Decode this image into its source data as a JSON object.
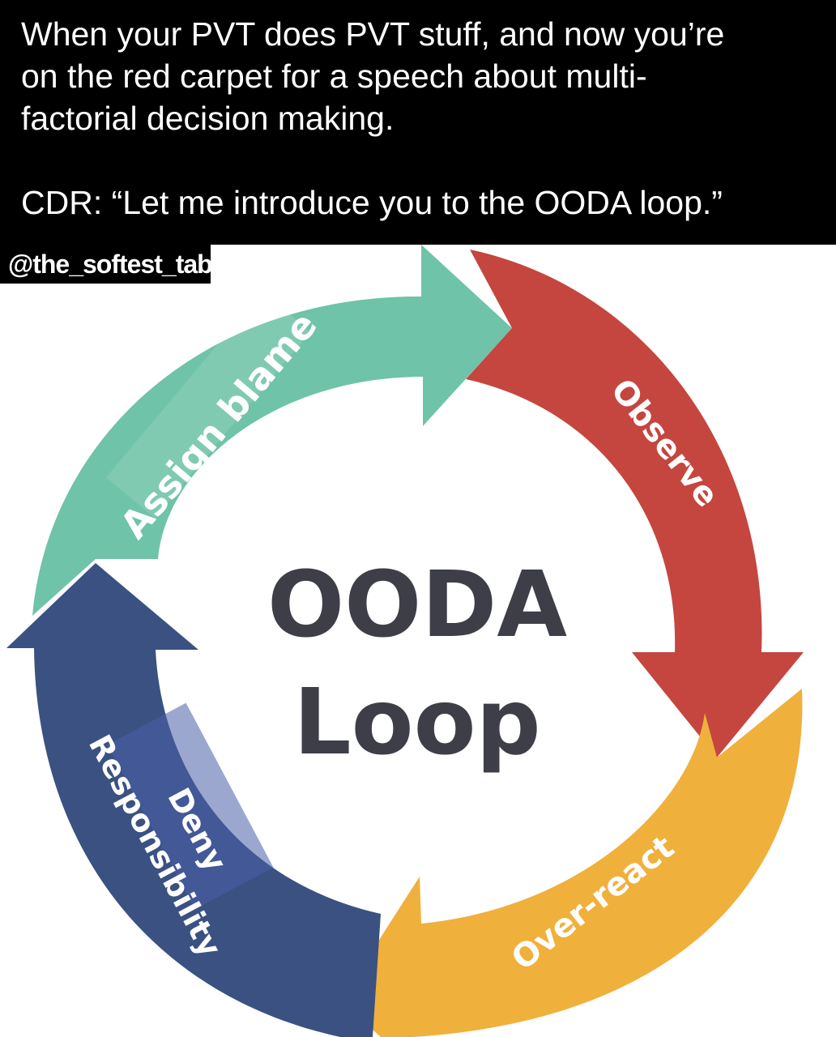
{
  "caption": {
    "line1": "When your PVT does PVT stuff, and now you’re",
    "line2": "on the red carpet for a speech about multi-",
    "line3": "factorial decision making.",
    "line4": "CDR: “Let me introduce you to the OODA loop.”"
  },
  "handle": "@the_softest_tab",
  "diagram": {
    "center_line1": "OODA",
    "center_line2": "Loop",
    "segments": [
      {
        "label": "Assign blame",
        "color": "#6fc3a8"
      },
      {
        "label": "Observe",
        "color": "#c4463f"
      },
      {
        "label": "Over-react",
        "color": "#f0b03c"
      },
      {
        "label_line1": "Deny",
        "label_line2": "Responsibility",
        "color": "#3a5182"
      }
    ]
  }
}
